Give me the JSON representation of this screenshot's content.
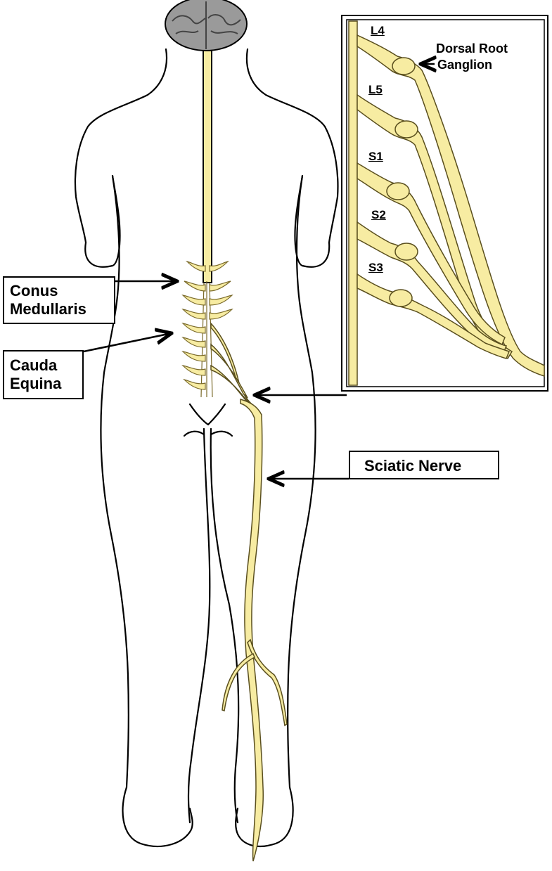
{
  "labels": {
    "conus": [
      "Conus",
      "Medullaris"
    ],
    "cauda": [
      "Cauda",
      "Equina"
    ],
    "sciatic": "Sciatic Nerve"
  },
  "inset": {
    "levels": [
      "L4",
      "L5",
      "S1",
      "S2",
      "S3"
    ],
    "ganglion_label": [
      "Dorsal Root",
      "Ganglion"
    ]
  },
  "colors": {
    "nerve_fill": "#f7eca2",
    "outline": "#000000",
    "brain": "#9a9a9a"
  }
}
